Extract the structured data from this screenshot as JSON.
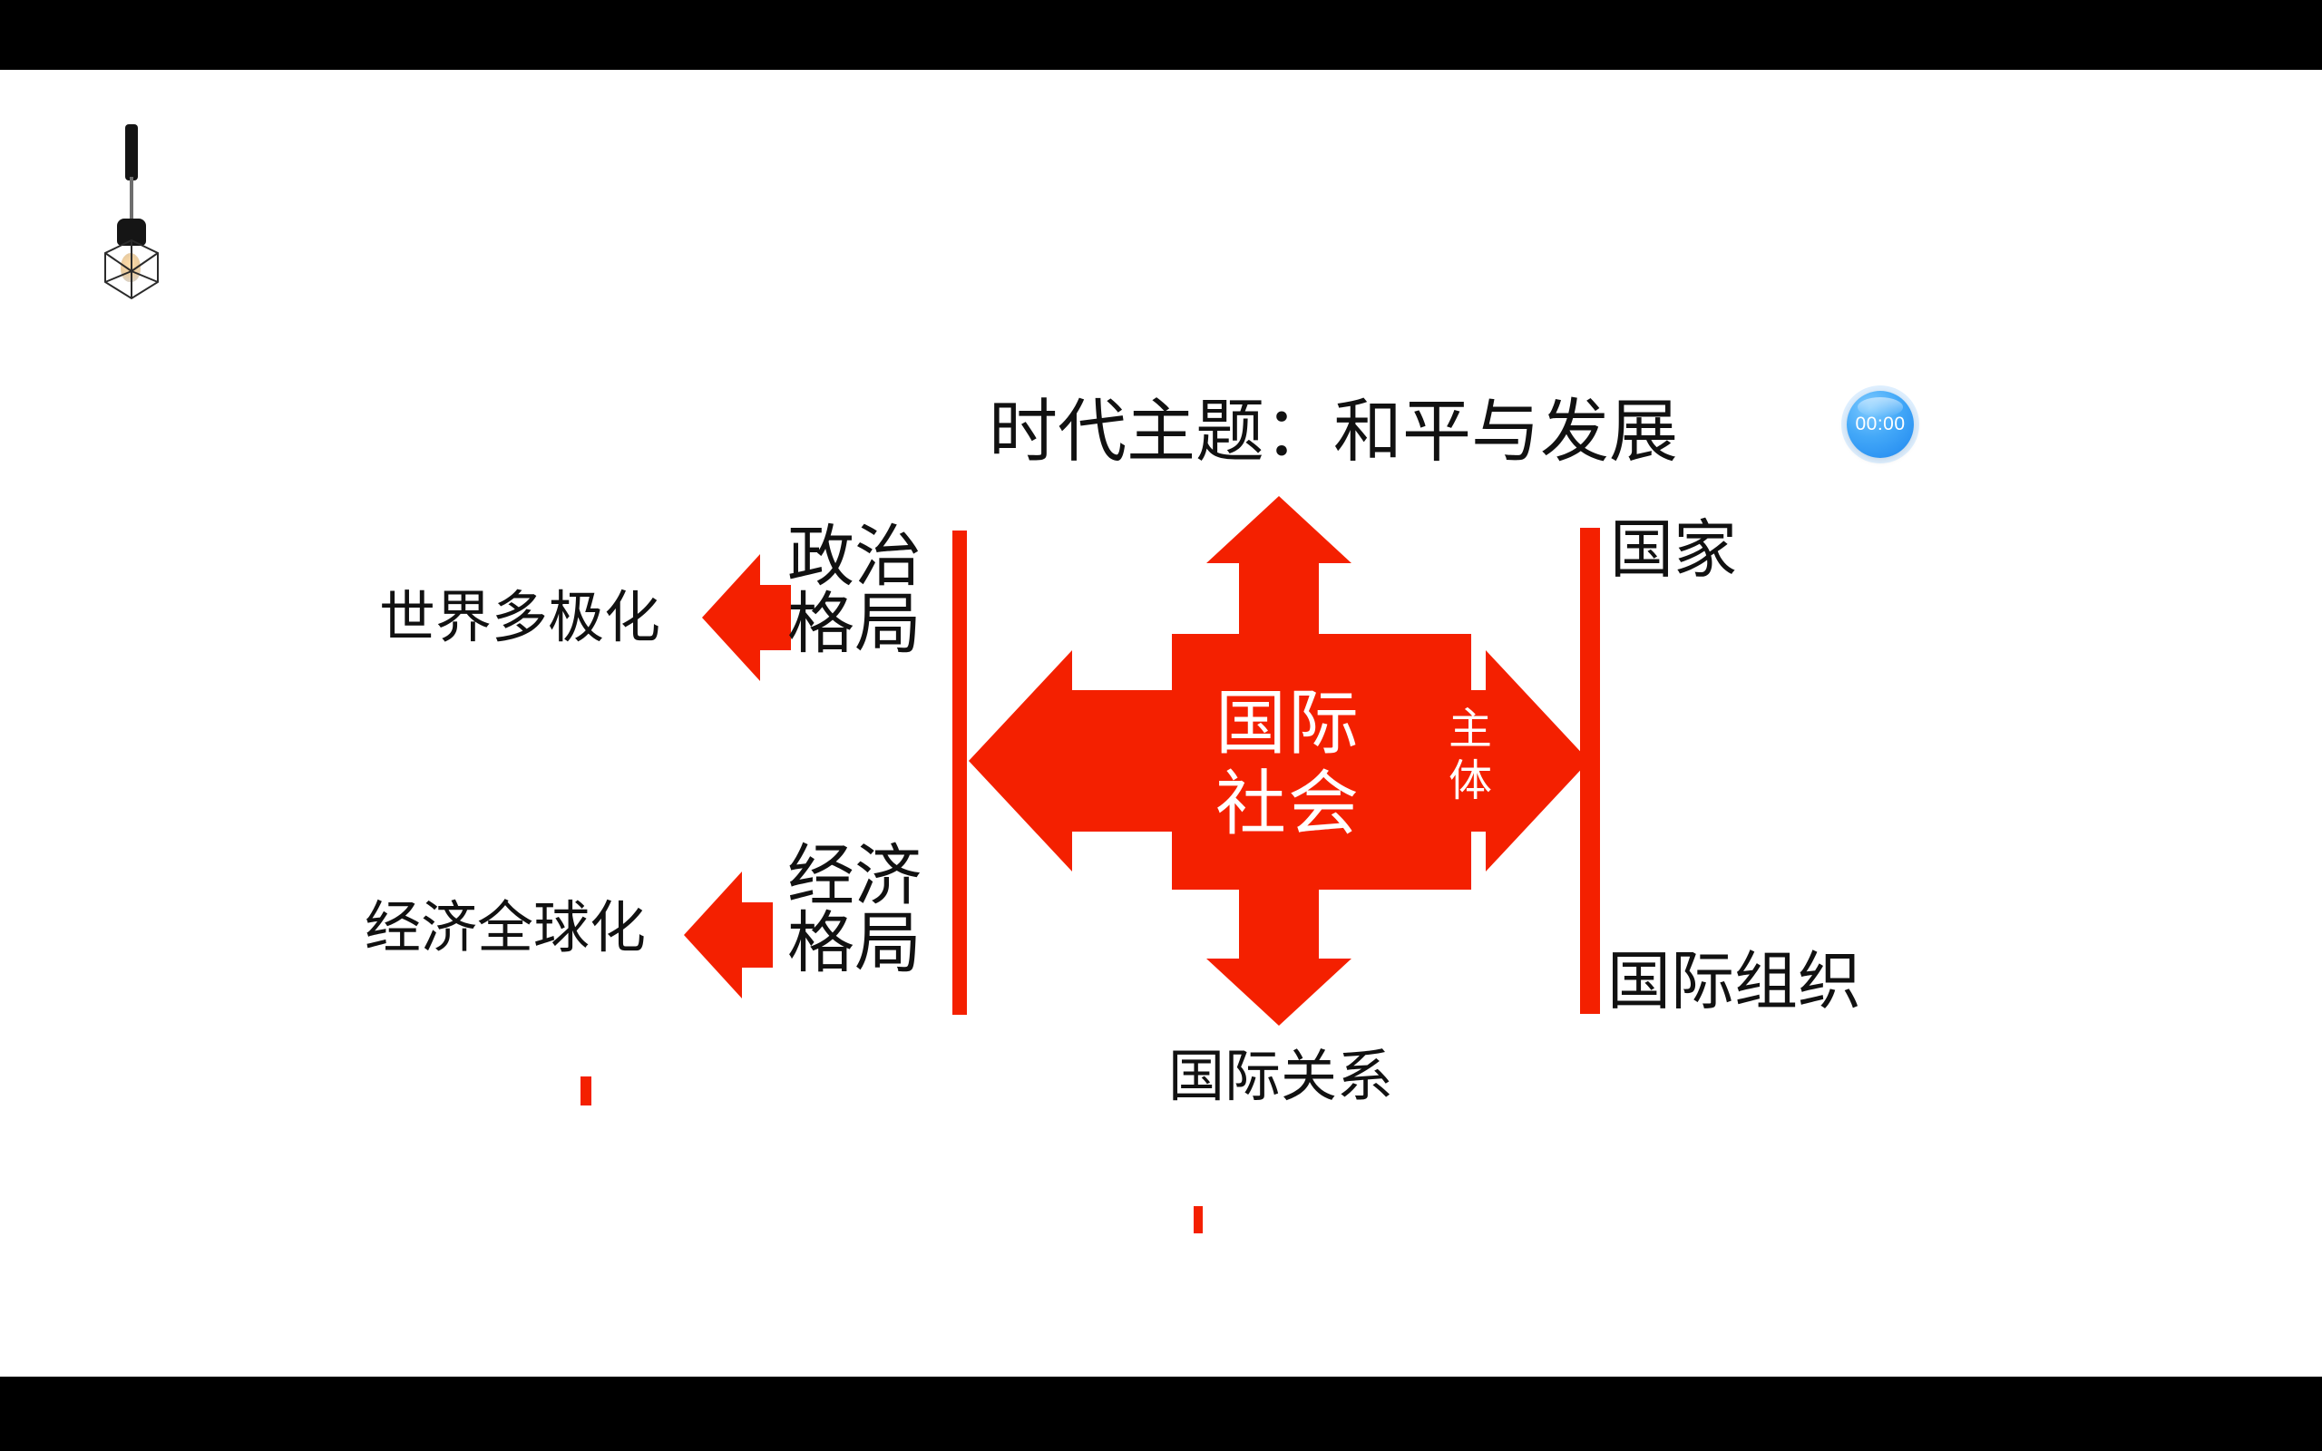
{
  "slide": {
    "headline": "时代主题：和平与发展",
    "core": {
      "line_1": "国际",
      "line_2": "社会",
      "subject_label": "主体"
    },
    "left_branches": [
      {
        "structure_line_1": "政治",
        "structure_line_2": "格局",
        "outcome": "世界多极化"
      },
      {
        "structure_line_1": "经济",
        "structure_line_2": "格局",
        "outcome": "经济全球化"
      }
    ],
    "right_actors": [
      {
        "label": "国家"
      },
      {
        "label": "国际组织"
      }
    ],
    "bottom_label": "国际关系",
    "colors": {
      "accent_red": "#F42000",
      "text_black": "#111111",
      "canvas_white": "#FFFFFF",
      "letterbox_black": "#000000",
      "timer_blue": "#43A8F8"
    }
  },
  "overlay": {
    "timer": {
      "value": "00:00",
      "icon": "timer-icon"
    },
    "lamp": {
      "icon": "pendant-lamp-icon"
    }
  }
}
